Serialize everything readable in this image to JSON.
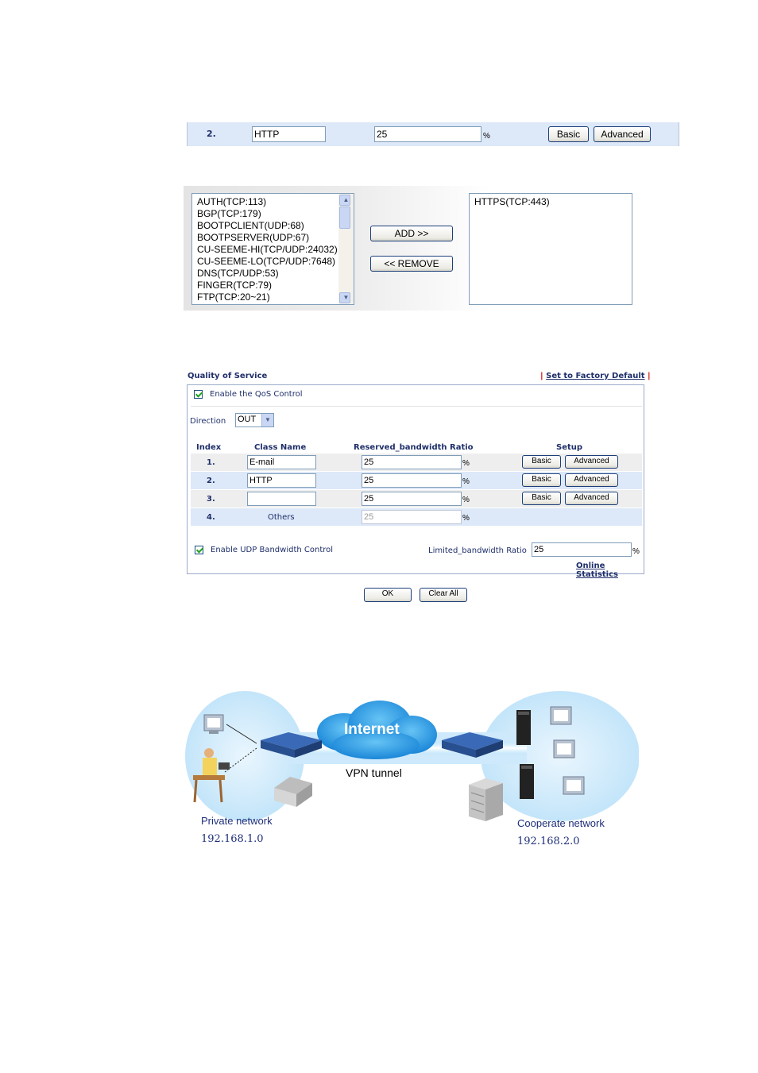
{
  "row_snippet": {
    "index": "2.",
    "class_name": "HTTP",
    "ratio": "25",
    "percent": "%",
    "basic_label": "Basic",
    "advanced_label": "Advanced"
  },
  "picker": {
    "available": [
      "AUTH(TCP:113)",
      "BGP(TCP:179)",
      "BOOTPCLIENT(UDP:68)",
      "BOOTPSERVER(UDP:67)",
      "CU-SEEME-HI(TCP/UDP:24032)",
      "CU-SEEME-LO(TCP/UDP:7648)",
      "DNS(TCP/UDP:53)",
      "FINGER(TCP:79)",
      "FTP(TCP:20~21)"
    ],
    "add_label": "ADD >>",
    "remove_label": "<< REMOVE",
    "selected": [
      "HTTPS(TCP:443)"
    ]
  },
  "qos": {
    "title": "Quality of Service",
    "factory_default": "Set to Factory Default",
    "enable_qos_label": "Enable the QoS Control",
    "enable_qos_checked": true,
    "direction_label": "Direction",
    "direction_value": "OUT",
    "headers": {
      "index": "Index",
      "class_name": "Class Name",
      "ratio": "Reserved_bandwidth Ratio",
      "setup": "Setup"
    },
    "rows": [
      {
        "index": "1.",
        "class_name": "E-mail",
        "ratio": "25",
        "pct": "%",
        "basic": "Basic",
        "advanced": "Advanced"
      },
      {
        "index": "2.",
        "class_name": "HTTP",
        "ratio": "25",
        "pct": "%",
        "basic": "Basic",
        "advanced": "Advanced"
      },
      {
        "index": "3.",
        "class_name": "",
        "ratio": "25",
        "pct": "%",
        "basic": "Basic",
        "advanced": "Advanced"
      },
      {
        "index": "4.",
        "class_name": "Others",
        "ratio": "25",
        "pct": "%"
      }
    ],
    "udp_label": "Enable UDP Bandwidth Control",
    "udp_checked": true,
    "limited_label": "Limited_bandwidth Ratio",
    "limited_value": "25",
    "limited_pct": "%",
    "online_statistics": "Online Statistics",
    "ok_label": "OK",
    "clear_label": "Clear All"
  },
  "diagram": {
    "internet": "Internet",
    "tunnel": "VPN tunnel",
    "private_title": "Private network",
    "private_ip": "192.168.1.0",
    "coop_title": "Cooperate network",
    "coop_ip": "192.168.2.0",
    "colors": {
      "cloud": "#2a9be0",
      "bubble": "#d2ecfb",
      "label": "#1f2f7a"
    }
  }
}
